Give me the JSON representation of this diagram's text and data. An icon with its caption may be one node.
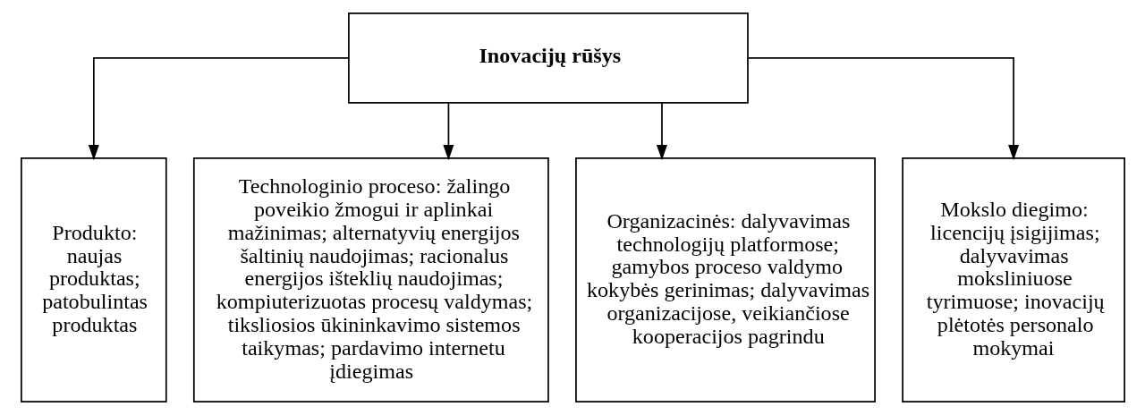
{
  "diagram": {
    "nodes": [
      {
        "text": [
          "Inovacijų rūšys"
        ]
      },
      {
        "text": [
          "Produkto: naujas produktas; patobulintas produktas"
        ]
      },
      {
        "text": [
          "Technologinio proceso: žalingo poveikio žmogui ir aplinkai mažinimas; alternatyvių energijos šaltinių naudojimas; racionalus energijos išteklių naudojimas; kompiuterizuotas procesų valdymas; tiksliosios ūkininkavimo sistemos taikymas; pardavimo internetu įdiegimas"
        ]
      },
      {
        "text": [
          "Organizacinės: dalyvavimas technologijų platformose; gamybos proceso valdymo kokybės gerinimas; dalyvavimas organizacijose, veikiančiose kooperacijos pagrindu"
        ]
      },
      {
        "text": [
          "Mokslo diegimo: licencijų įsigijimas; dalyvavimas moksliniuose tyrimuose; inovacijų plėtotės personalo mokymai"
        ]
      }
    ],
    "edges": [
      {
        "from": 0,
        "to": 1,
        "arrow": "to"
      },
      {
        "from": 0,
        "to": 2,
        "arrow": "to"
      },
      {
        "from": 0,
        "to": 3,
        "arrow": "to"
      },
      {
        "from": 0,
        "to": 4,
        "arrow": "to"
      }
    ]
  }
}
